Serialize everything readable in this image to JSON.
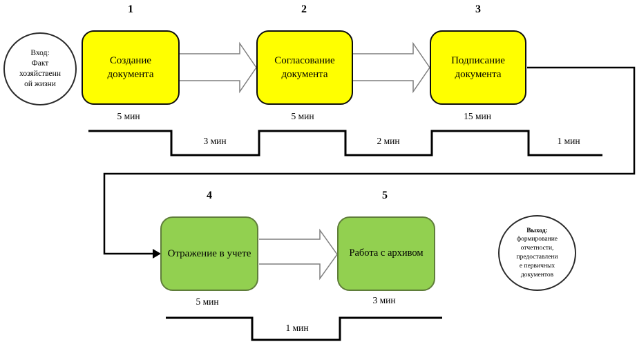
{
  "colors": {
    "step_fill_top_row": "#FFFF00",
    "step_fill_bottom_row": "#92D050",
    "green_border": "#5f7d3a",
    "timeline_line": "#000000",
    "block_arrow_outline": "#7f7f7f"
  },
  "input_node": {
    "lines": [
      "Вход:",
      "Факт",
      "хозяйственн",
      "ой жизни"
    ]
  },
  "output_node": {
    "lines": [
      "Выход:",
      "формирование",
      "отчетности,",
      "предоставлени",
      "е первичных",
      "документов"
    ]
  },
  "steps": [
    {
      "number": "1",
      "label": "Создание документа",
      "duration": "5 мин"
    },
    {
      "number": "2",
      "label": "Согласование документа",
      "duration": "5 мин"
    },
    {
      "number": "3",
      "label": "Подписание документа",
      "duration": "15 мин"
    },
    {
      "number": "4",
      "label": "Отражение в учете",
      "duration": "5 мин"
    },
    {
      "number": "5",
      "label": "Работа с архивом",
      "duration": "3 мин"
    }
  ],
  "idle_durations": [
    "3 мин",
    "2 мин",
    "1 мин",
    "1 мин"
  ]
}
